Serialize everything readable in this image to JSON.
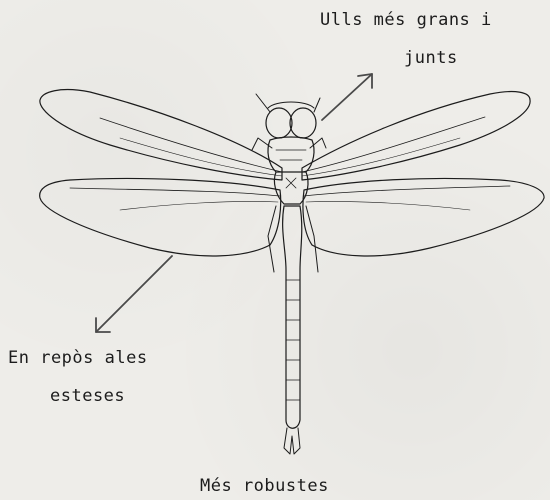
{
  "annotations": {
    "eyes_line1": "Ulls més grans i",
    "eyes_line2": "junts",
    "wings_line1": "En repòs ales",
    "wings_line2": "esteses",
    "body": "Més robustes"
  },
  "colors": {
    "paper": "#eeede9",
    "ink": "#1c1c1c",
    "arrow": "#4a4a4a"
  }
}
